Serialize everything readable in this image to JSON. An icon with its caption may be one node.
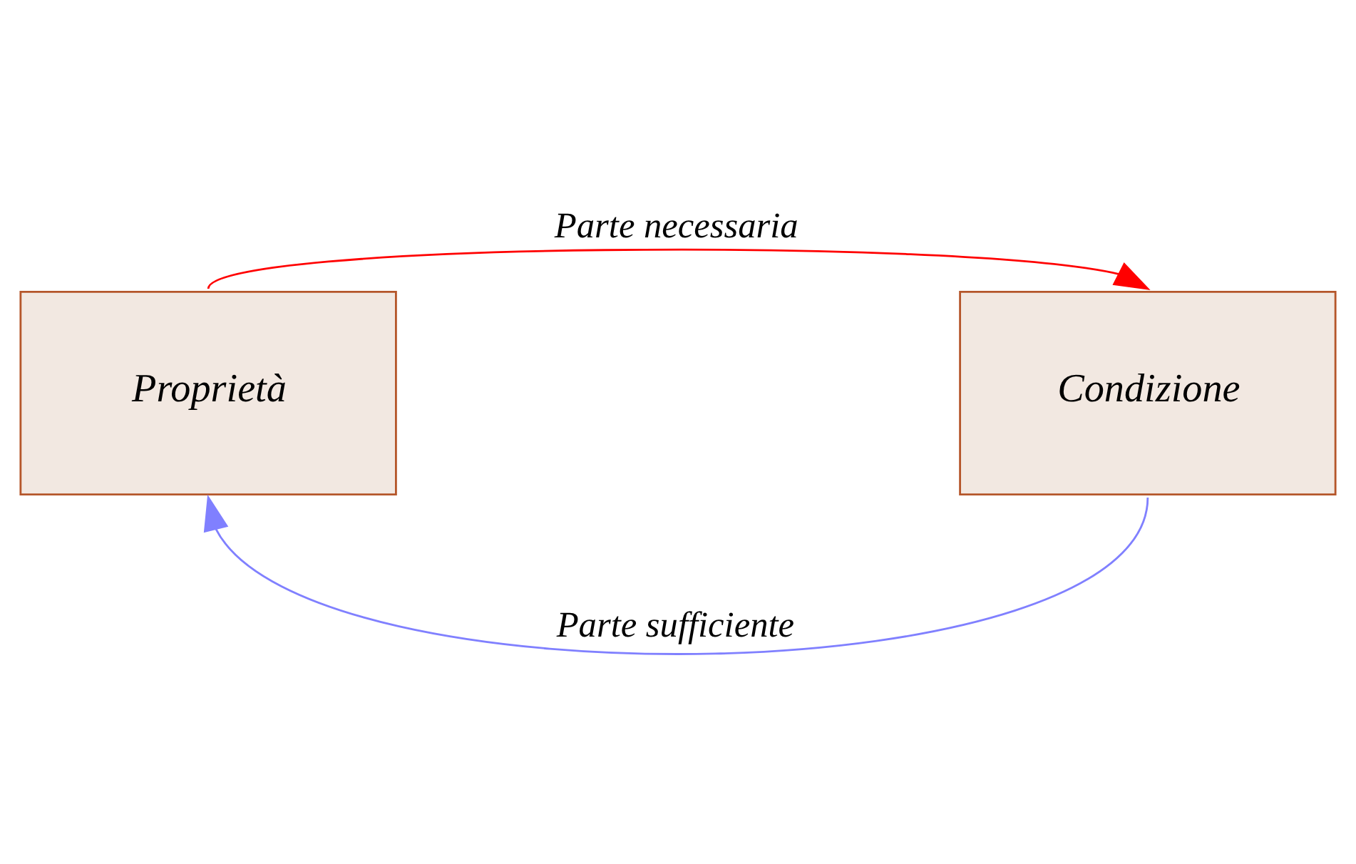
{
  "diagram": {
    "nodes": [
      {
        "text": [
          "Proprietà"
        ]
      },
      {
        "text": [
          "Condizione"
        ]
      }
    ],
    "edges": [
      {
        "from": 0,
        "to": 1,
        "arrow": "to",
        "label": "Parte necessaria",
        "color": "#ff0000"
      },
      {
        "from": 1,
        "to": 0,
        "arrow": "to",
        "label": "Parte sufficiente",
        "color": "#8080ff"
      }
    ]
  }
}
